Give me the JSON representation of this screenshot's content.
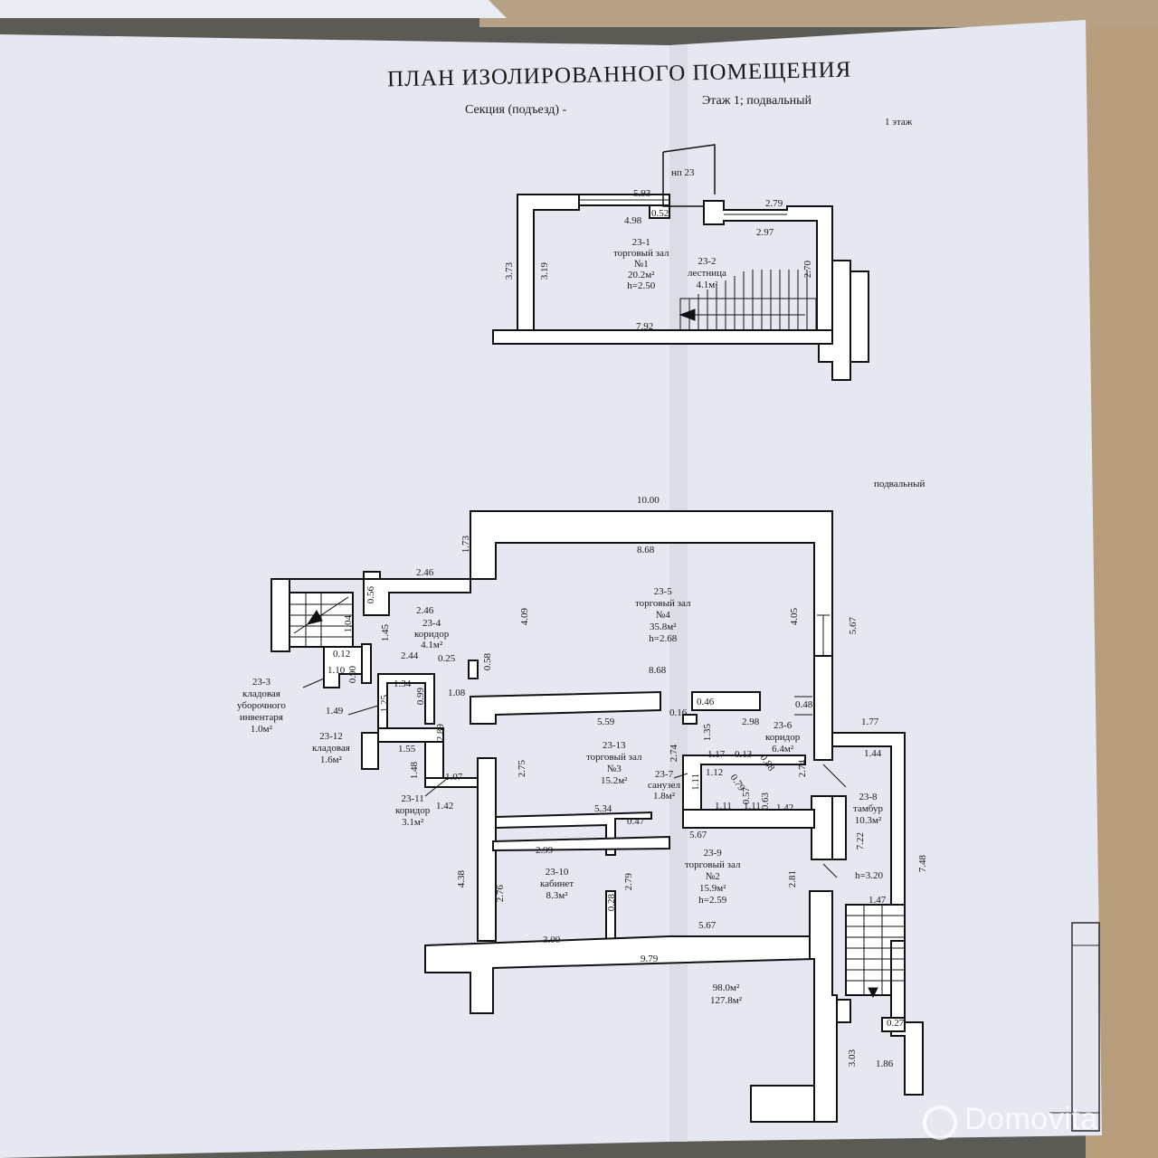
{
  "document": {
    "title": "ПЛАН ИЗОЛИРОВАННОГО ПОМЕЩЕНИЯ",
    "section": "Секция (подъезд) -",
    "floor": "Этаж  1; подвальный",
    "floor1_label": "1 этаж",
    "basement_label": "подвальный"
  },
  "floor1": {
    "entrance_label": "нп 23",
    "room_23_1": [
      "23-1",
      "торговый зал",
      "№1",
      "20.2м²",
      "h=2.50"
    ],
    "room_23_2": [
      "23-2",
      "лестница",
      "4.1м²"
    ],
    "dims": [
      "5.93",
      "0.52",
      "4.98",
      "2.79",
      "2.97",
      "3.73",
      "3.19",
      "2.70",
      "7.92"
    ]
  },
  "basement": {
    "rooms": {
      "r5": [
        "23-5",
        "торговый зал",
        "№4",
        "35.8м²",
        "h=2.68"
      ],
      "r4": [
        "23-4",
        "коридор",
        "4.1м²"
      ],
      "r3": [
        "23-3",
        "кладовая",
        "уборочного",
        "инвентаря",
        "1.0м²"
      ],
      "r12": [
        "23-12",
        "кладовая",
        "1.6м²"
      ],
      "r11": [
        "23-11",
        "коридор",
        "3.1м²"
      ],
      "r13": [
        "23-13",
        "торговый зал",
        "№3",
        "15.2м²"
      ],
      "r6": [
        "23-6",
        "коридор",
        "6.4м²"
      ],
      "r7": [
        "23-7",
        "санузел",
        "1.8м²"
      ],
      "r8": [
        "23-8",
        "тамбур",
        "10.3м²",
        "h=3.20"
      ],
      "r10": [
        "23-10",
        "кабинет",
        "8.3м²"
      ],
      "r9": [
        "23-9",
        "торговый зал",
        "№2",
        "15.9м²",
        "h=2.59"
      ]
    },
    "totals": [
      "98.0м²",
      "127.8м²"
    ],
    "dims": {
      "d1000": "10.00",
      "d173": "1.73",
      "d868a": "8.68",
      "d246a": "2.46",
      "d056": "0.56",
      "d246b": "2.46",
      "d409": "4.09",
      "d405": "4.05",
      "d567a": "5.67",
      "d104": "1.04",
      "d145": "1.45",
      "d012": "0.12",
      "d244": "2.44",
      "d025": "0.25",
      "d110": "1.10",
      "d090": "0.90",
      "d058": "0.58",
      "d868b": "8.68",
      "d134": "1.34",
      "d099": "0.99",
      "d108": "1.08",
      "d125": "1.25",
      "d149": "1.49",
      "d046": "0.46",
      "d048": "0.48",
      "d016": "0.16",
      "d135": "1.35",
      "d298": "2.98",
      "d559": "5.59",
      "d289": "2.89",
      "d177": "1.77",
      "d155": "1.55",
      "d275": "2.75",
      "d274a": "2.74",
      "d117": "1.17",
      "d013": "0.13",
      "d088": "0.88",
      "d144": "1.44",
      "d274b": "2.74",
      "d148": "1.48",
      "d107": "1.07",
      "d112": "1.12",
      "d079": "0.79",
      "d111a": "1.11",
      "d111b": "1.11",
      "d111c": "1.11",
      "d057": "0.57",
      "d063": "0.63",
      "d142a": "1.42",
      "d142b": "1.42",
      "d534": "5.34",
      "d047": "0.47",
      "d567b": "5.67",
      "d722": "7.22",
      "d748": "7.48",
      "d299": "2.99",
      "d438": "4.38",
      "d276": "2.76",
      "d279": "2.79",
      "d281": "2.81",
      "d147": "1.47",
      "d028": "0.28",
      "d300": "3.00",
      "d567c": "5.67",
      "d979": "9.79",
      "d027": "0.27",
      "d303": "3.03",
      "d186": "1.86"
    }
  },
  "watermark": "Domovita"
}
